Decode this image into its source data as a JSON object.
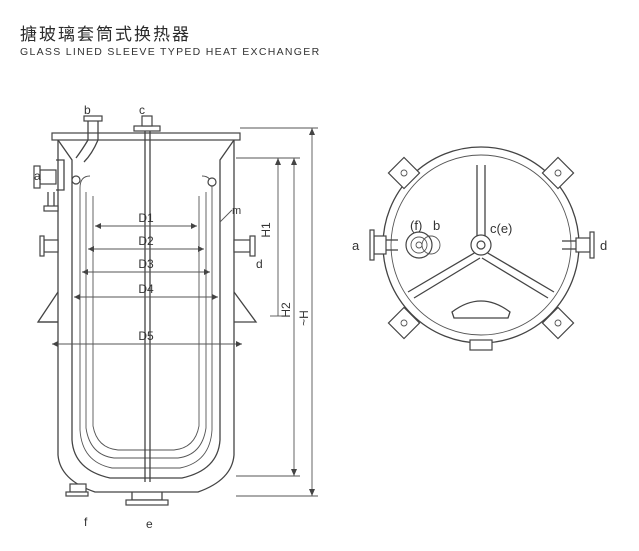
{
  "title_cn": "搪玻璃套筒式换热器",
  "title_en": "GLASS LINED SLEEVE TYPED HEAT EXCHANGER",
  "side_view": {
    "nozzle_labels": [
      "a",
      "b",
      "c",
      "d",
      "e",
      "f",
      "m"
    ],
    "diameter_labels": [
      "D1",
      "D2",
      "D3",
      "D4",
      "D5"
    ],
    "height_labels": [
      "H1",
      "H2",
      "~H"
    ]
  },
  "top_view": {
    "labels": [
      "a",
      "(f)",
      "b",
      "c(e)",
      "d"
    ]
  }
}
